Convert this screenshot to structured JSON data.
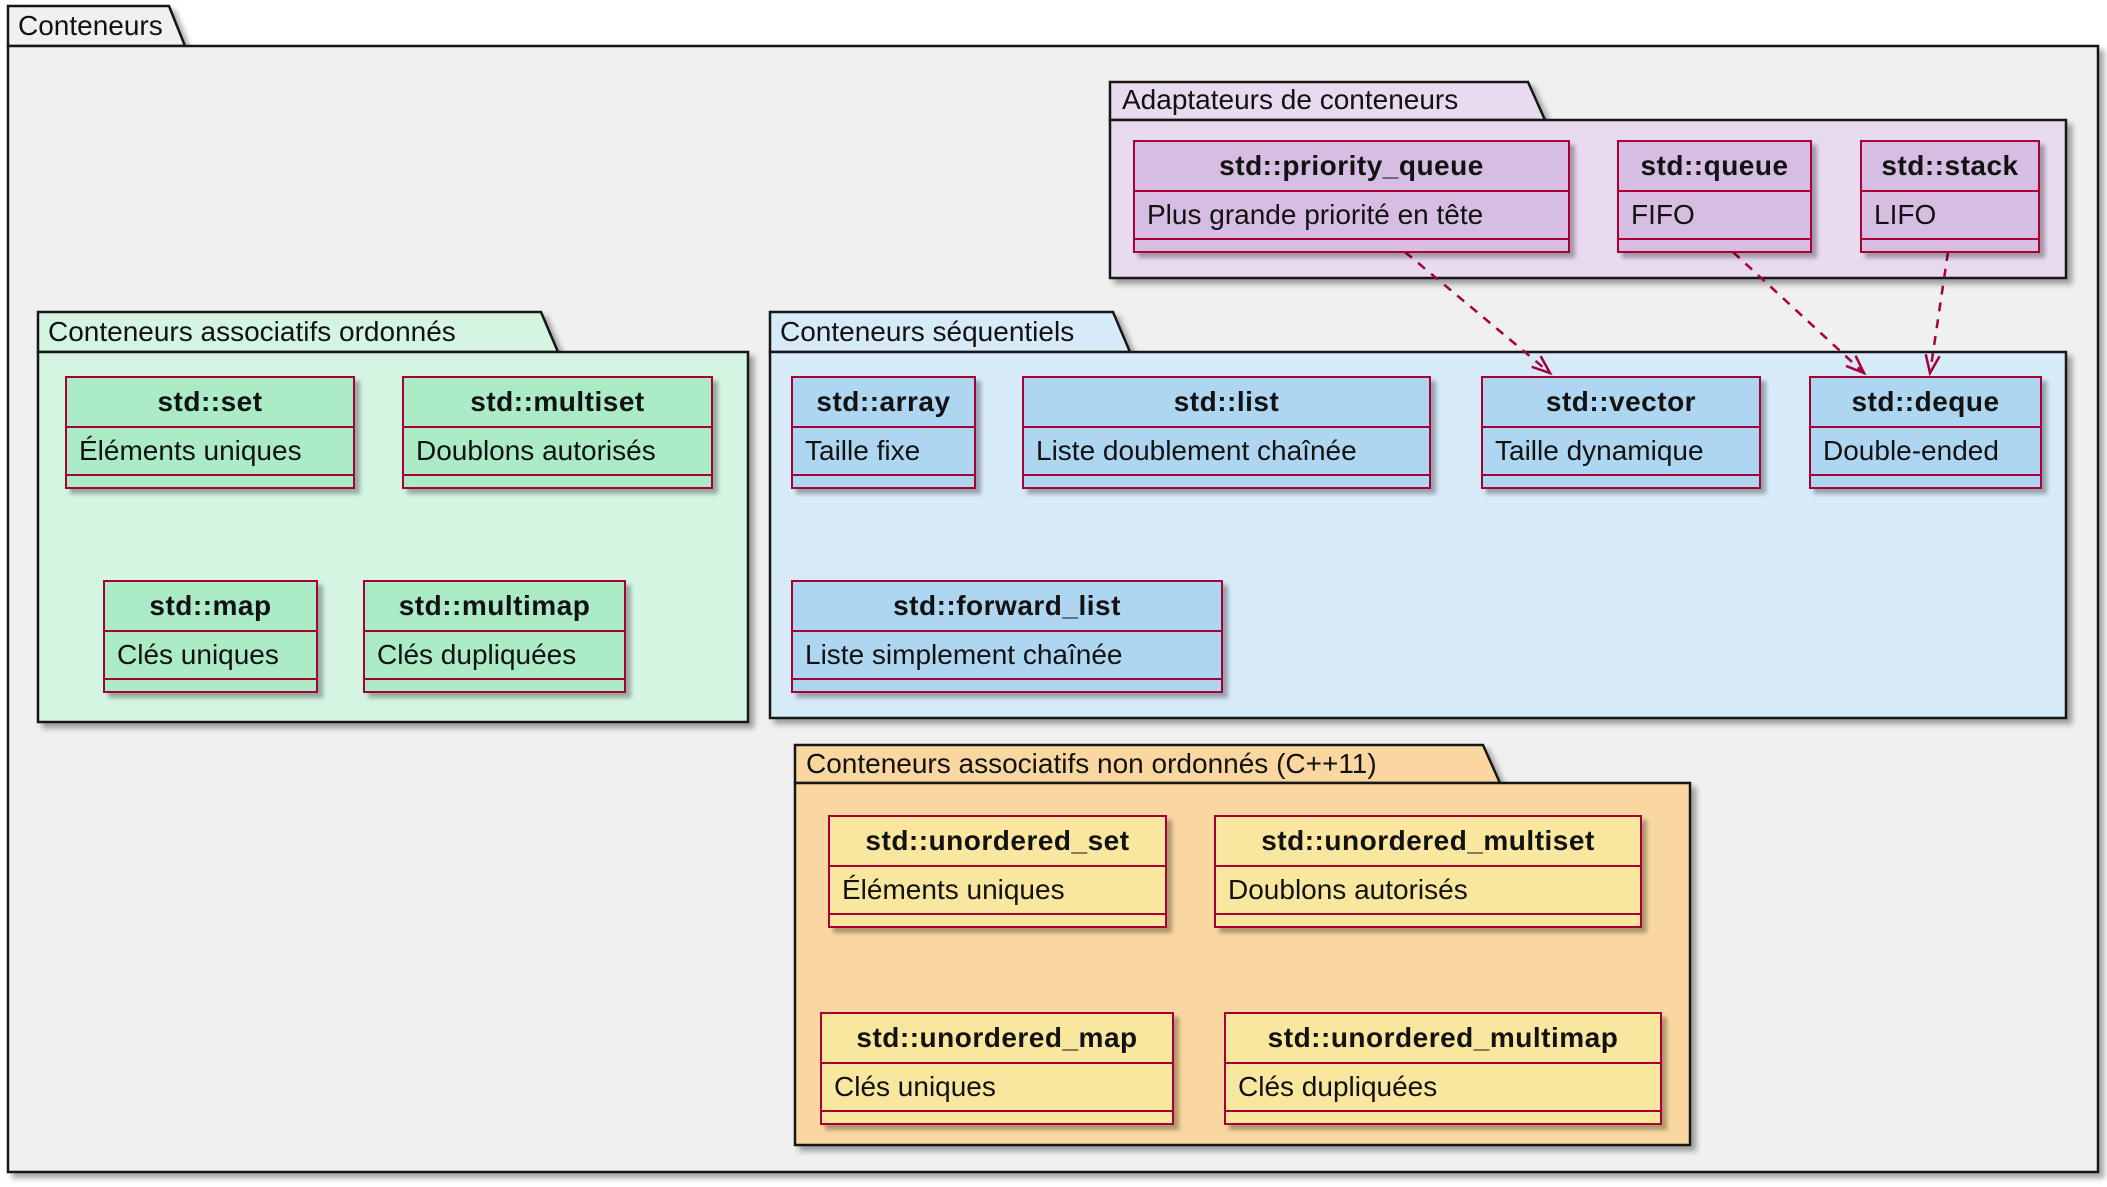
{
  "diagram": {
    "root_label": "Conteneurs",
    "packages": [
      {
        "label": "Adaptateurs de conteneurs",
        "fill": "#E8DAEF",
        "class_fill": "#D7BDE2",
        "classes": [
          {
            "name": "std::priority_queue",
            "desc": "Plus grande priorité en tête"
          },
          {
            "name": "std::queue",
            "desc": "FIFO"
          },
          {
            "name": "std::stack",
            "desc": "LIFO"
          }
        ]
      },
      {
        "label": "Conteneurs associatifs ordonnés",
        "fill": "#D5F5E3",
        "class_fill": "#ABEBC6",
        "classes": [
          {
            "name": "std::set",
            "desc": "Éléments uniques"
          },
          {
            "name": "std::multiset",
            "desc": "Doublons autorisés"
          },
          {
            "name": "std::map",
            "desc": "Clés uniques"
          },
          {
            "name": "std::multimap",
            "desc": "Clés dupliquées"
          }
        ]
      },
      {
        "label": "Conteneurs séquentiels",
        "fill": "#D6EAF8",
        "class_fill": "#AED6F1",
        "classes": [
          {
            "name": "std::array",
            "desc": "Taille fixe"
          },
          {
            "name": "std::list",
            "desc": "Liste doublement chaînée"
          },
          {
            "name": "std::vector",
            "desc": "Taille dynamique"
          },
          {
            "name": "std::deque",
            "desc": "Double-ended"
          },
          {
            "name": "std::forward_list",
            "desc": "Liste simplement chaînée"
          }
        ]
      },
      {
        "label": "Conteneurs associatifs non ordonnés (C++11)",
        "fill": "#FAD7A0",
        "class_fill": "#F9E79F",
        "classes": [
          {
            "name": "std::unordered_set",
            "desc": "Éléments uniques"
          },
          {
            "name": "std::unordered_multiset",
            "desc": "Doublons autorisés"
          },
          {
            "name": "std::unordered_map",
            "desc": "Clés uniques"
          },
          {
            "name": "std::unordered_multimap",
            "desc": "Clés dupliquées"
          }
        ]
      }
    ],
    "edges": [
      {
        "from": "std::priority_queue",
        "to": "std::vector",
        "style": "dashed-arrow"
      },
      {
        "from": "std::queue",
        "to": "std::deque",
        "style": "dashed-arrow"
      },
      {
        "from": "std::stack",
        "to": "std::deque",
        "style": "dashed-arrow"
      }
    ],
    "colors": {
      "root_fill": "#F0F0F0",
      "outline": "#181818",
      "accent": "#A80036"
    }
  }
}
